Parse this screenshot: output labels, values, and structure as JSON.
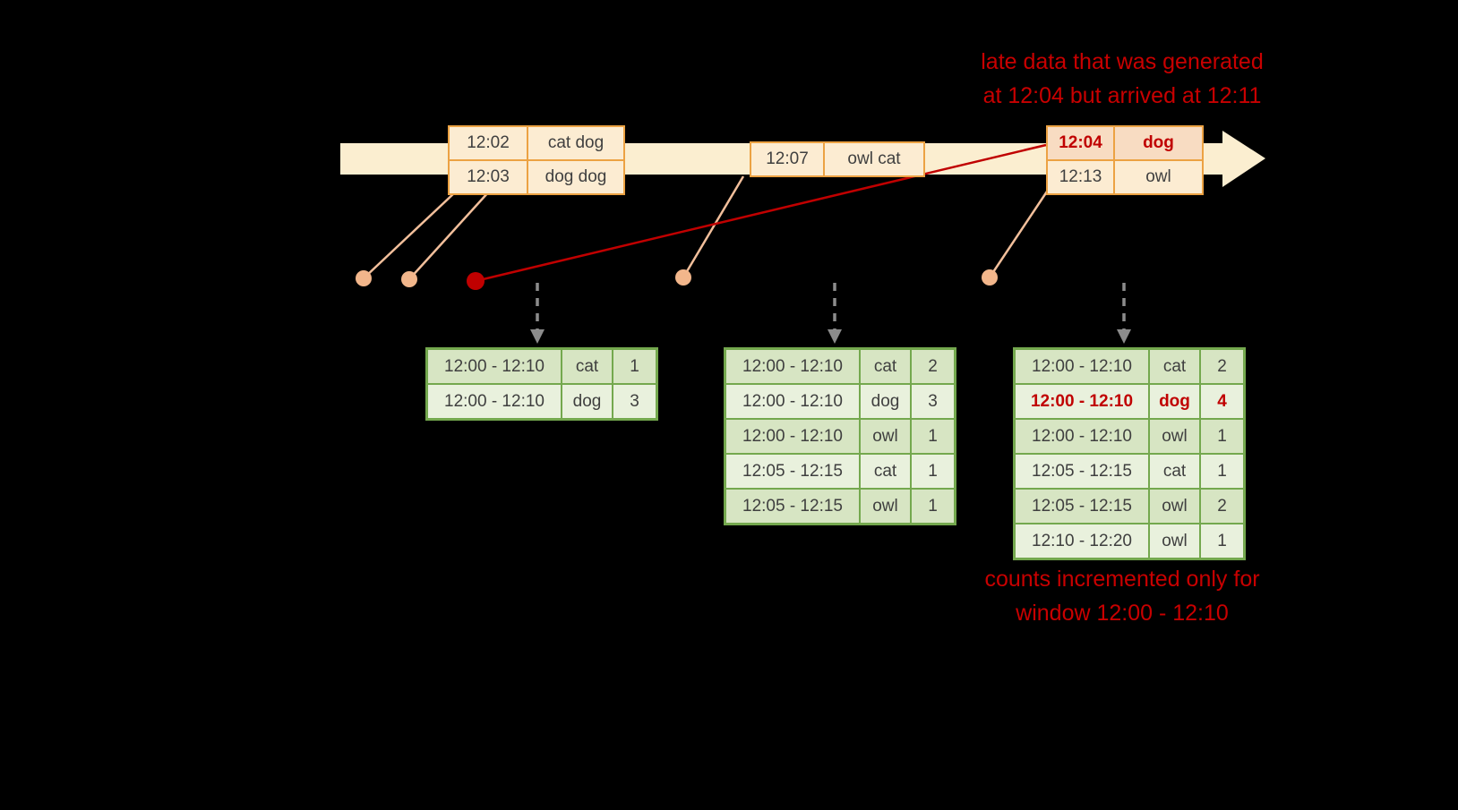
{
  "annotations": {
    "late_data": {
      "line1": "late data that was generated",
      "line2": "at 12:04 but arrived at 12:11"
    },
    "counts_note": {
      "line1": "counts incremented only for",
      "line2": "window 12:00 - 12:10"
    }
  },
  "timeline": {
    "events": [
      {
        "rows": [
          {
            "time": "12:02",
            "words": "cat dog"
          },
          {
            "time": "12:03",
            "words": "dog dog"
          }
        ]
      },
      {
        "rows": [
          {
            "time": "12:07",
            "words": "owl cat"
          }
        ]
      },
      {
        "rows": [
          {
            "time": "12:04",
            "words": "dog",
            "late": true
          },
          {
            "time": "12:13",
            "words": "owl"
          }
        ]
      }
    ]
  },
  "tables": [
    {
      "rows": [
        {
          "window": "12:00 - 12:10",
          "word": "cat",
          "count": "1"
        },
        {
          "window": "12:00 - 12:10",
          "word": "dog",
          "count": "3"
        }
      ]
    },
    {
      "rows": [
        {
          "window": "12:00 - 12:10",
          "word": "cat",
          "count": "2"
        },
        {
          "window": "12:00 - 12:10",
          "word": "dog",
          "count": "3"
        },
        {
          "window": "12:00 - 12:10",
          "word": "owl",
          "count": "1"
        },
        {
          "window": "12:05 - 12:15",
          "word": "cat",
          "count": "1"
        },
        {
          "window": "12:05 - 12:15",
          "word": "owl",
          "count": "1"
        }
      ]
    },
    {
      "rows": [
        {
          "window": "12:00 - 12:10",
          "word": "cat",
          "count": "2"
        },
        {
          "window": "12:00 - 12:10",
          "word": "dog",
          "count": "4",
          "late": true
        },
        {
          "window": "12:00 - 12:10",
          "word": "owl",
          "count": "1"
        },
        {
          "window": "12:05 - 12:15",
          "word": "cat",
          "count": "1"
        },
        {
          "window": "12:05 - 12:15",
          "word": "owl",
          "count": "2"
        },
        {
          "window": "12:10 - 12:20",
          "word": "owl",
          "count": "1"
        }
      ]
    }
  ],
  "colors": {
    "background": "#000000",
    "annotation_red": "#c80000",
    "late_red": "#c00000",
    "timeline_fill": "#fbeed0",
    "event_border": "#eca243",
    "event_fill": "#fcecd2",
    "late_event_fill": "#f8dcc2",
    "table_border": "#74a84e",
    "table_row_dark": "#d7e5c3",
    "table_row_light": "#e9f1dd",
    "connector_dot": "#f2b68b",
    "trigger_arrow_gray": "#8c8c8c"
  }
}
